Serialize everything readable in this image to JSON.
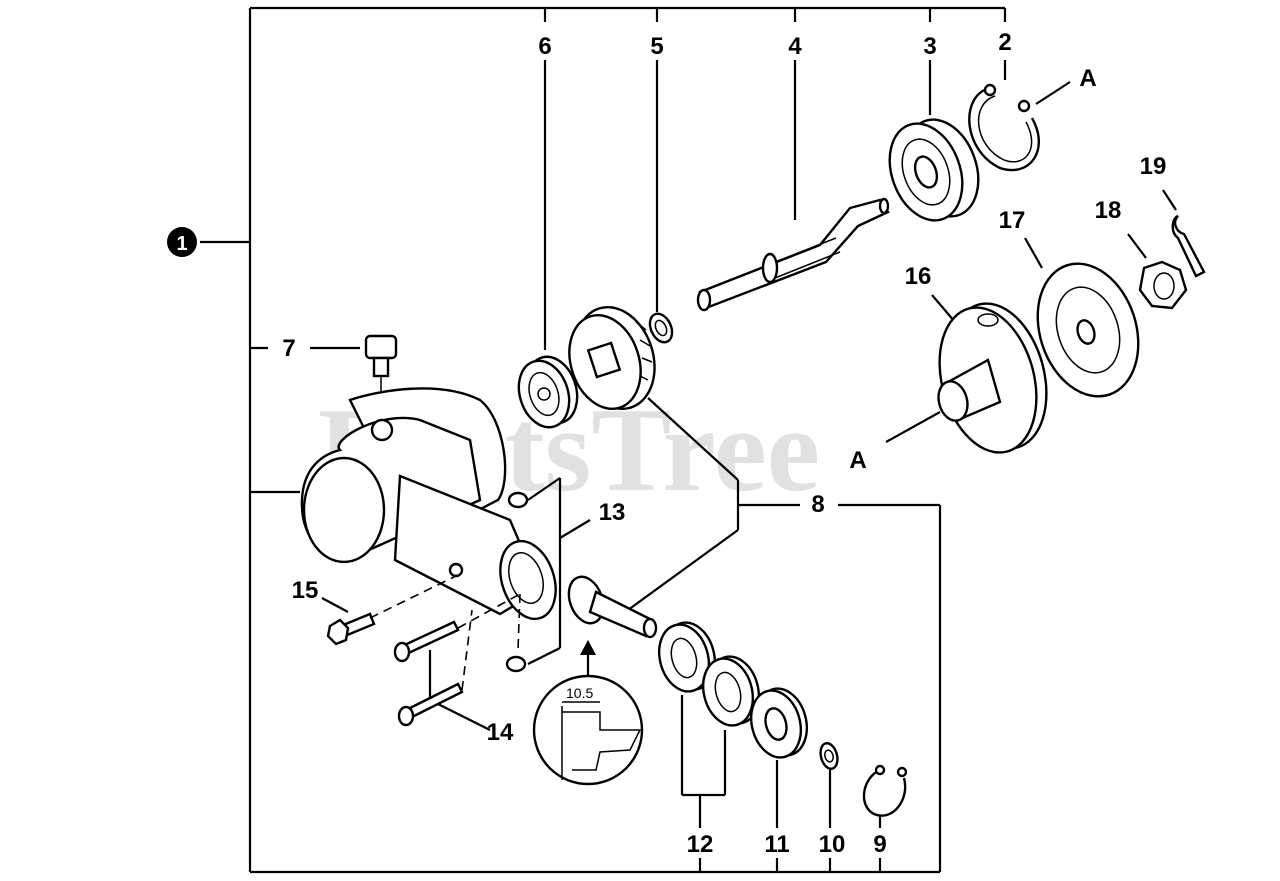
{
  "watermark": "PartsTree",
  "assembly_marker": "1",
  "callouts": {
    "p2": "2",
    "p3": "3",
    "p4": "4",
    "p5": "5",
    "p6": "6",
    "p7": "7",
    "p8": "8",
    "p9": "9",
    "p10": "10",
    "p11": "11",
    "p12": "12",
    "p13": "13",
    "p14": "14",
    "p15": "15",
    "p16": "16",
    "p17": "17",
    "p18": "18",
    "p19": "19"
  },
  "reference_marks": {
    "a_top": "A",
    "a_bottom": "A"
  },
  "detail_dimension": "10.5"
}
